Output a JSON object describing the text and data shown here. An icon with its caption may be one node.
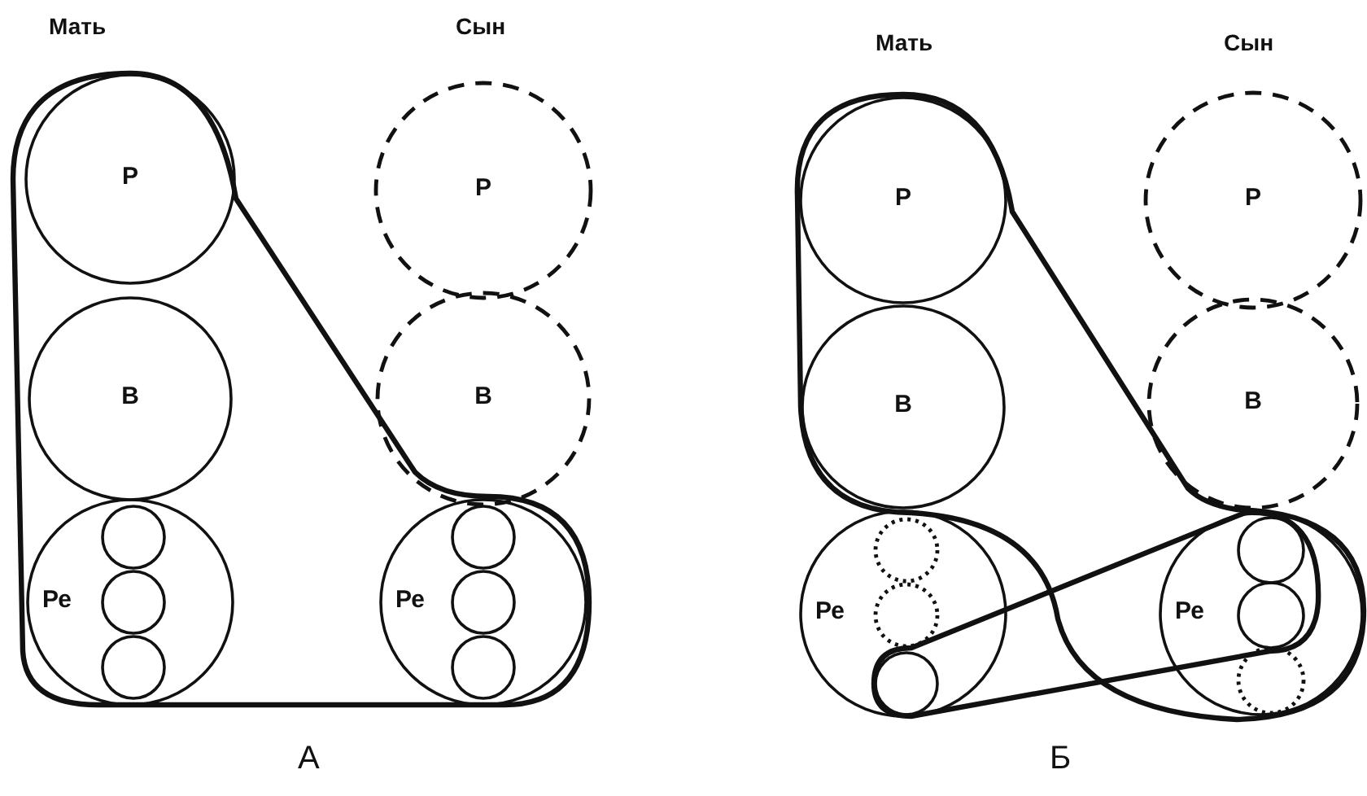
{
  "diagram": {
    "nodes": [
      {
        "text": [
          "Р"
        ]
      },
      {
        "text": [
          "В"
        ]
      },
      {
        "text": [
          "Ре"
        ]
      },
      {
        "text": [],
        "shape": "circle",
        "in": 2
      },
      {
        "text": [],
        "shape": "circle",
        "in": 2
      },
      {
        "text": [],
        "shape": "circle",
        "in": 2
      },
      {
        "text": [
          "Р"
        ]
      },
      {
        "text": [
          "В"
        ]
      },
      {
        "text": [
          "Ре"
        ]
      },
      {
        "text": [],
        "shape": "circle",
        "in": 8
      },
      {
        "text": [],
        "shape": "circle",
        "in": 8
      },
      {
        "text": [],
        "shape": "circle",
        "in": 8
      },
      {
        "text": [
          "Р"
        ]
      },
      {
        "text": [
          "В"
        ]
      },
      {
        "text": [
          "Ре"
        ]
      },
      {
        "text": [],
        "shape": "circle",
        "in": 14
      },
      {
        "text": [],
        "shape": "circle",
        "in": 14
      },
      {
        "text": [],
        "shape": "circle",
        "in": 14
      },
      {
        "text": [
          "Р"
        ]
      },
      {
        "text": [
          "В"
        ]
      },
      {
        "text": [
          "Ре"
        ]
      },
      {
        "text": [],
        "shape": "circle",
        "in": 20
      },
      {
        "text": [],
        "shape": "circle",
        "in": 20
      },
      {
        "text": [],
        "shape": "circle",
        "in": 20
      }
    ],
    "labels": [
      "Мать",
      "Сын",
      "А",
      "Мать",
      "Сын",
      "Б"
    ]
  }
}
